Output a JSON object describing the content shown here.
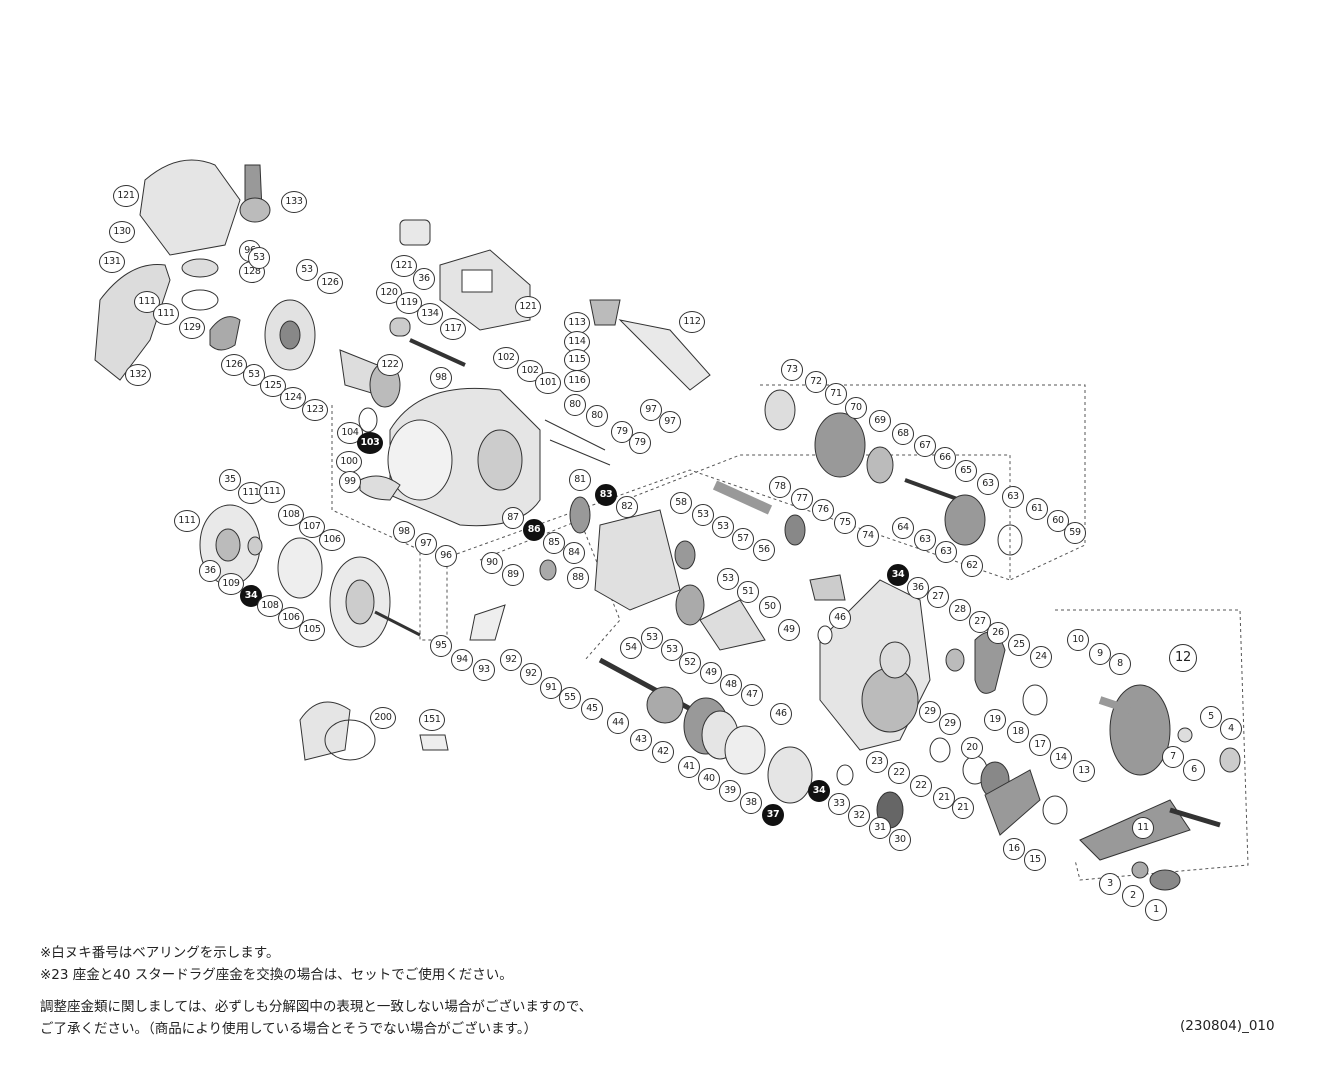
{
  "diagram": {
    "parts": [
      {
        "label": "121",
        "style": "outline"
      },
      {
        "label": "130",
        "style": "outline"
      },
      {
        "label": "131",
        "style": "outline"
      },
      {
        "label": "132",
        "style": "outline"
      },
      {
        "label": "129",
        "style": "outline"
      },
      {
        "label": "128",
        "style": "outline"
      },
      {
        "label": "96",
        "style": "outline"
      },
      {
        "label": "133",
        "style": "outline"
      },
      {
        "label": "111",
        "style": "outline"
      },
      {
        "label": "111",
        "style": "outline"
      },
      {
        "label": "126",
        "style": "outline"
      },
      {
        "label": "53",
        "style": "outline"
      },
      {
        "label": "53",
        "style": "outline"
      },
      {
        "label": "126",
        "style": "outline"
      },
      {
        "label": "53",
        "style": "outline"
      },
      {
        "label": "125",
        "style": "outline"
      },
      {
        "label": "124",
        "style": "outline"
      },
      {
        "label": "123",
        "style": "outline"
      },
      {
        "label": "122",
        "style": "outline"
      },
      {
        "label": "121",
        "style": "outline"
      },
      {
        "label": "36",
        "style": "outline"
      },
      {
        "label": "120",
        "style": "outline"
      },
      {
        "label": "119",
        "style": "outline"
      },
      {
        "label": "134",
        "style": "outline"
      },
      {
        "label": "117",
        "style": "outline"
      },
      {
        "label": "121",
        "style": "outline"
      },
      {
        "label": "113",
        "style": "outline"
      },
      {
        "label": "114",
        "style": "outline"
      },
      {
        "label": "115",
        "style": "outline"
      },
      {
        "label": "116",
        "style": "outline"
      },
      {
        "label": "112",
        "style": "outline"
      },
      {
        "label": "97",
        "style": "outline"
      },
      {
        "label": "97",
        "style": "outline"
      },
      {
        "label": "98",
        "style": "outline"
      },
      {
        "label": "102",
        "style": "outline"
      },
      {
        "label": "102",
        "style": "outline"
      },
      {
        "label": "101",
        "style": "outline"
      },
      {
        "label": "80",
        "style": "outline"
      },
      {
        "label": "80",
        "style": "outline"
      },
      {
        "label": "79",
        "style": "outline"
      },
      {
        "label": "79",
        "style": "outline"
      },
      {
        "label": "104",
        "style": "outline"
      },
      {
        "label": "103",
        "style": "filled"
      },
      {
        "label": "100",
        "style": "outline"
      },
      {
        "label": "99",
        "style": "outline"
      },
      {
        "label": "98",
        "style": "outline"
      },
      {
        "label": "97",
        "style": "outline"
      },
      {
        "label": "96",
        "style": "outline"
      },
      {
        "label": "81",
        "style": "outline"
      },
      {
        "label": "83",
        "style": "filled"
      },
      {
        "label": "82",
        "style": "outline"
      },
      {
        "label": "87",
        "style": "outline"
      },
      {
        "label": "86",
        "style": "filled"
      },
      {
        "label": "85",
        "style": "outline"
      },
      {
        "label": "84",
        "style": "outline"
      },
      {
        "label": "90",
        "style": "outline"
      },
      {
        "label": "89",
        "style": "outline"
      },
      {
        "label": "88",
        "style": "outline"
      },
      {
        "label": "73",
        "style": "outline"
      },
      {
        "label": "72",
        "style": "outline"
      },
      {
        "label": "71",
        "style": "outline"
      },
      {
        "label": "70",
        "style": "outline"
      },
      {
        "label": "69",
        "style": "outline"
      },
      {
        "label": "68",
        "style": "outline"
      },
      {
        "label": "67",
        "style": "outline"
      },
      {
        "label": "66",
        "style": "outline"
      },
      {
        "label": "65",
        "style": "outline"
      },
      {
        "label": "63",
        "style": "outline"
      },
      {
        "label": "63",
        "style": "outline"
      },
      {
        "label": "61",
        "style": "outline"
      },
      {
        "label": "60",
        "style": "outline"
      },
      {
        "label": "59",
        "style": "outline"
      },
      {
        "label": "64",
        "style": "outline"
      },
      {
        "label": "63",
        "style": "outline"
      },
      {
        "label": "63",
        "style": "outline"
      },
      {
        "label": "62",
        "style": "outline"
      },
      {
        "label": "78",
        "style": "outline"
      },
      {
        "label": "77",
        "style": "outline"
      },
      {
        "label": "76",
        "style": "outline"
      },
      {
        "label": "75",
        "style": "outline"
      },
      {
        "label": "74",
        "style": "outline"
      },
      {
        "label": "58",
        "style": "outline"
      },
      {
        "label": "53",
        "style": "outline"
      },
      {
        "label": "53",
        "style": "outline"
      },
      {
        "label": "57",
        "style": "outline"
      },
      {
        "label": "56",
        "style": "outline"
      },
      {
        "label": "53",
        "style": "outline"
      },
      {
        "label": "51",
        "style": "outline"
      },
      {
        "label": "50",
        "style": "outline"
      },
      {
        "label": "49",
        "style": "outline"
      },
      {
        "label": "46",
        "style": "outline"
      },
      {
        "label": "34",
        "style": "filled"
      },
      {
        "label": "36",
        "style": "outline"
      },
      {
        "label": "35",
        "style": "outline"
      },
      {
        "label": "111",
        "style": "outline"
      },
      {
        "label": "111",
        "style": "outline"
      },
      {
        "label": "111",
        "style": "outline"
      },
      {
        "label": "108",
        "style": "outline"
      },
      {
        "label": "107",
        "style": "outline"
      },
      {
        "label": "106",
        "style": "outline"
      },
      {
        "label": "36",
        "style": "outline"
      },
      {
        "label": "109",
        "style": "outline"
      },
      {
        "label": "34",
        "style": "filled"
      },
      {
        "label": "108",
        "style": "outline"
      },
      {
        "label": "106",
        "style": "outline"
      },
      {
        "label": "105",
        "style": "outline"
      },
      {
        "label": "95",
        "style": "outline"
      },
      {
        "label": "94",
        "style": "outline"
      },
      {
        "label": "93",
        "style": "outline"
      },
      {
        "label": "92",
        "style": "outline"
      },
      {
        "label": "92",
        "style": "outline"
      },
      {
        "label": "91",
        "style": "outline"
      },
      {
        "label": "54",
        "style": "outline"
      },
      {
        "label": "53",
        "style": "outline"
      },
      {
        "label": "53",
        "style": "outline"
      },
      {
        "label": "52",
        "style": "outline"
      },
      {
        "label": "49",
        "style": "outline"
      },
      {
        "label": "48",
        "style": "outline"
      },
      {
        "label": "47",
        "style": "outline"
      },
      {
        "label": "46",
        "style": "outline"
      },
      {
        "label": "55",
        "style": "outline"
      },
      {
        "label": "45",
        "style": "outline"
      },
      {
        "label": "44",
        "style": "outline"
      },
      {
        "label": "43",
        "style": "outline"
      },
      {
        "label": "42",
        "style": "outline"
      },
      {
        "label": "41",
        "style": "outline"
      },
      {
        "label": "40",
        "style": "outline"
      },
      {
        "label": "39",
        "style": "outline"
      },
      {
        "label": "38",
        "style": "outline"
      },
      {
        "label": "37",
        "style": "filled"
      },
      {
        "label": "27",
        "style": "outline"
      },
      {
        "label": "28",
        "style": "outline"
      },
      {
        "label": "27",
        "style": "outline"
      },
      {
        "label": "26",
        "style": "outline"
      },
      {
        "label": "25",
        "style": "outline"
      },
      {
        "label": "24",
        "style": "outline"
      },
      {
        "label": "29",
        "style": "outline"
      },
      {
        "label": "29",
        "style": "outline"
      },
      {
        "label": "20",
        "style": "outline"
      },
      {
        "label": "19",
        "style": "outline"
      },
      {
        "label": "18",
        "style": "outline"
      },
      {
        "label": "17",
        "style": "outline"
      },
      {
        "label": "23",
        "style": "outline"
      },
      {
        "label": "22",
        "style": "outline"
      },
      {
        "label": "22",
        "style": "outline"
      },
      {
        "label": "21",
        "style": "outline"
      },
      {
        "label": "21",
        "style": "outline"
      },
      {
        "label": "14",
        "style": "outline"
      },
      {
        "label": "13",
        "style": "outline"
      },
      {
        "label": "16",
        "style": "outline"
      },
      {
        "label": "15",
        "style": "outline"
      },
      {
        "label": "34",
        "style": "filled"
      },
      {
        "label": "33",
        "style": "outline"
      },
      {
        "label": "32",
        "style": "outline"
      },
      {
        "label": "31",
        "style": "outline"
      },
      {
        "label": "30",
        "style": "outline"
      },
      {
        "label": "10",
        "style": "outline"
      },
      {
        "label": "9",
        "style": "outline"
      },
      {
        "label": "8",
        "style": "outline"
      },
      {
        "label": "12",
        "style": "large"
      },
      {
        "label": "5",
        "style": "outline"
      },
      {
        "label": "4",
        "style": "outline"
      },
      {
        "label": "7",
        "style": "outline"
      },
      {
        "label": "6",
        "style": "outline"
      },
      {
        "label": "11",
        "style": "outline"
      },
      {
        "label": "3",
        "style": "outline"
      },
      {
        "label": "2",
        "style": "outline"
      },
      {
        "label": "1",
        "style": "outline"
      },
      {
        "label": "200",
        "style": "outline"
      },
      {
        "label": "151",
        "style": "outline"
      }
    ]
  },
  "notes": {
    "line1": "※白ヌキ番号はベアリングを示します。",
    "line2": "※23 座金と40 スタードラグ座金を交換の場合は、セットでご使用ください。",
    "line3": "調整座金類に関しましては、必ずしも分解図中の表現と一致しない場合がございますので、",
    "line4": "ご了承ください。（商品により使用している場合とそうでない場合がございます。）"
  },
  "revision": "(230804)_010",
  "colors": {
    "line": "#333333",
    "fill_dark": "#111111",
    "part_light": "#e6e6e6",
    "part_mid": "#b5b5b5",
    "part_dark": "#6a6a6a"
  }
}
